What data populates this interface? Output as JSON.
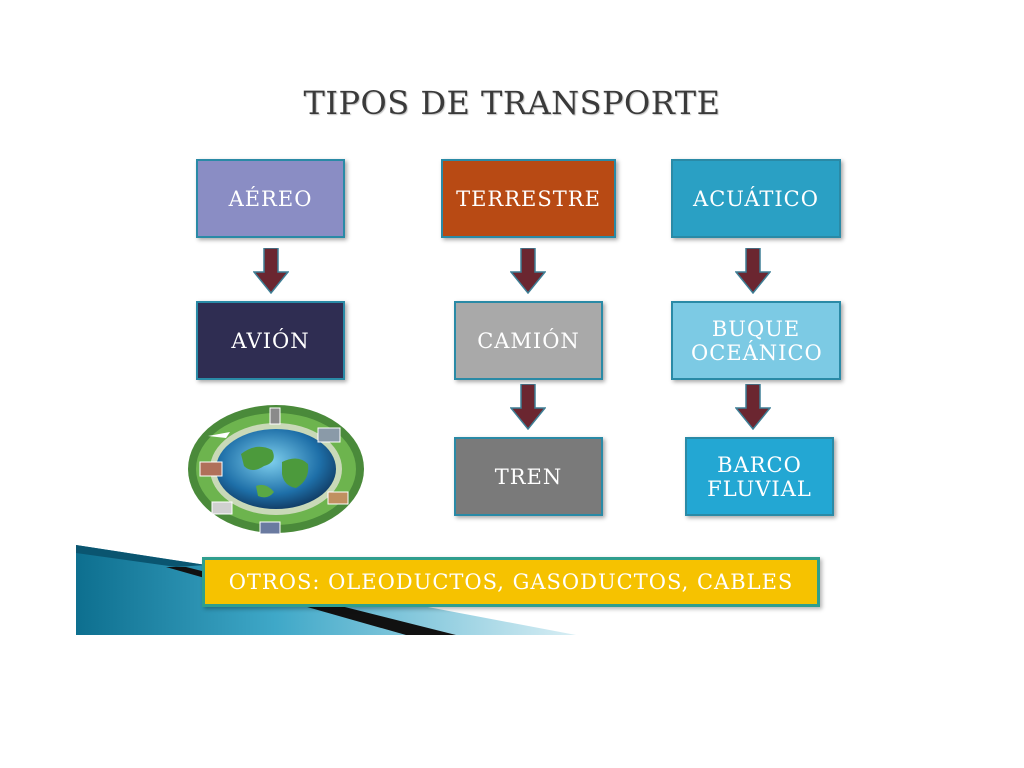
{
  "title": "TIPOS DE TRANSPORTE",
  "columns": [
    {
      "header": "AÉREO",
      "header_color": "#8a8dc4",
      "items": [
        "AVIÓN"
      ]
    },
    {
      "header": "TERRESTRE",
      "header_color": "#b84a14",
      "items": [
        "CAMIÓN",
        "TREN"
      ]
    },
    {
      "header": "ACUÁTICO",
      "header_color": "#2aa0c4",
      "items": [
        "BUQUE OCEÁNICO",
        "BARCO FLUVIAL"
      ]
    }
  ],
  "otros": "OTROS: OLEODUCTOS, GASODUCTOS, CABLES",
  "colors": {
    "avion": "#2f2d52",
    "camion": "#a9a9a9",
    "tren": "#7a7a7a",
    "buque": "#7ccae4",
    "barco": "#23a7d3",
    "arrow": "#6b2630",
    "otros_bg": "#f6c200"
  },
  "image": {
    "name": "globe-transport-image"
  }
}
